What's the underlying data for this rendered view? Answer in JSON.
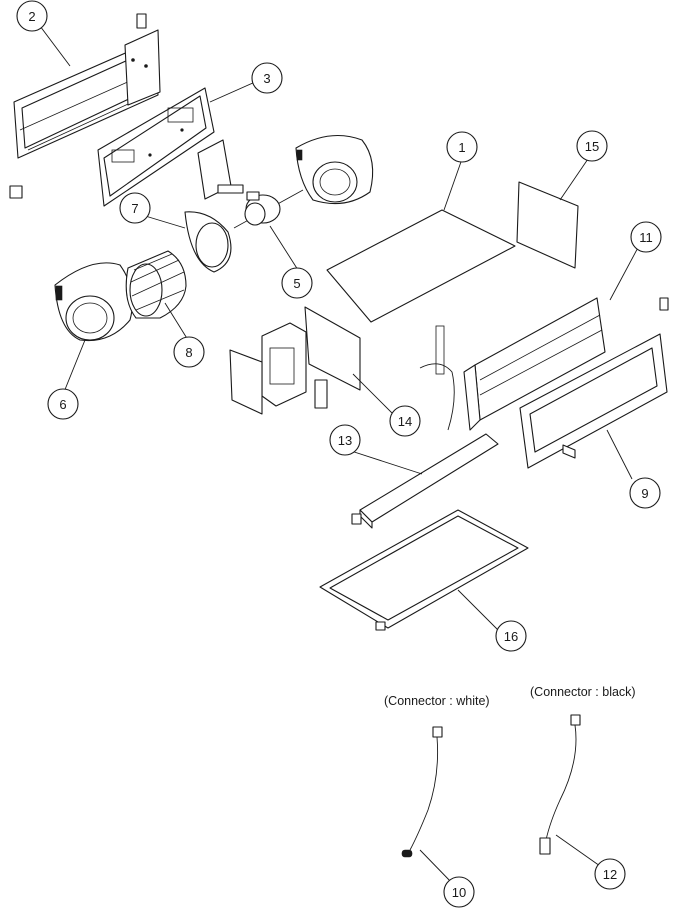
{
  "callouts": [
    {
      "id": "c1",
      "label": "1"
    },
    {
      "id": "c2",
      "label": "2"
    },
    {
      "id": "c3",
      "label": "3"
    },
    {
      "id": "c5",
      "label": "5"
    },
    {
      "id": "c6",
      "label": "6"
    },
    {
      "id": "c7",
      "label": "7"
    },
    {
      "id": "c8",
      "label": "8"
    },
    {
      "id": "c9",
      "label": "9"
    },
    {
      "id": "c10",
      "label": "10"
    },
    {
      "id": "c11",
      "label": "11"
    },
    {
      "id": "c12",
      "label": "12"
    },
    {
      "id": "c13",
      "label": "13"
    },
    {
      "id": "c14",
      "label": "14"
    },
    {
      "id": "c15",
      "label": "15"
    },
    {
      "id": "c16",
      "label": "16"
    }
  ],
  "connectors": {
    "white_label": "(Connector : white)",
    "black_label": "(Connector : black)"
  },
  "colors": {
    "line": "#1a1a1a",
    "background": "#ffffff"
  }
}
